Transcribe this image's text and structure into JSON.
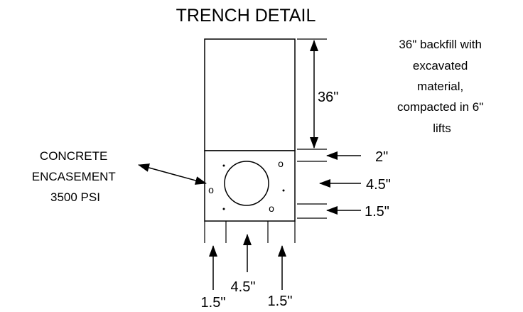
{
  "title": "TRENCH DETAIL",
  "note": {
    "lines": [
      "36\" backfill with",
      "excavated",
      "material,",
      "compacted in 6\"",
      "lifts"
    ]
  },
  "encasement": {
    "lines": [
      "CONCRETE",
      "ENCASEMENT",
      "3500 PSI"
    ]
  },
  "dims": {
    "backfill_depth": "36\"",
    "top_cover": "2\"",
    "pipe_height": "4.5\"",
    "bottom_cover": "1.5\"",
    "left_cover": "1.5\"",
    "pipe_width": "4.5\"",
    "right_cover": "1.5\""
  },
  "symbols": {
    "rebar_marker": "o"
  }
}
